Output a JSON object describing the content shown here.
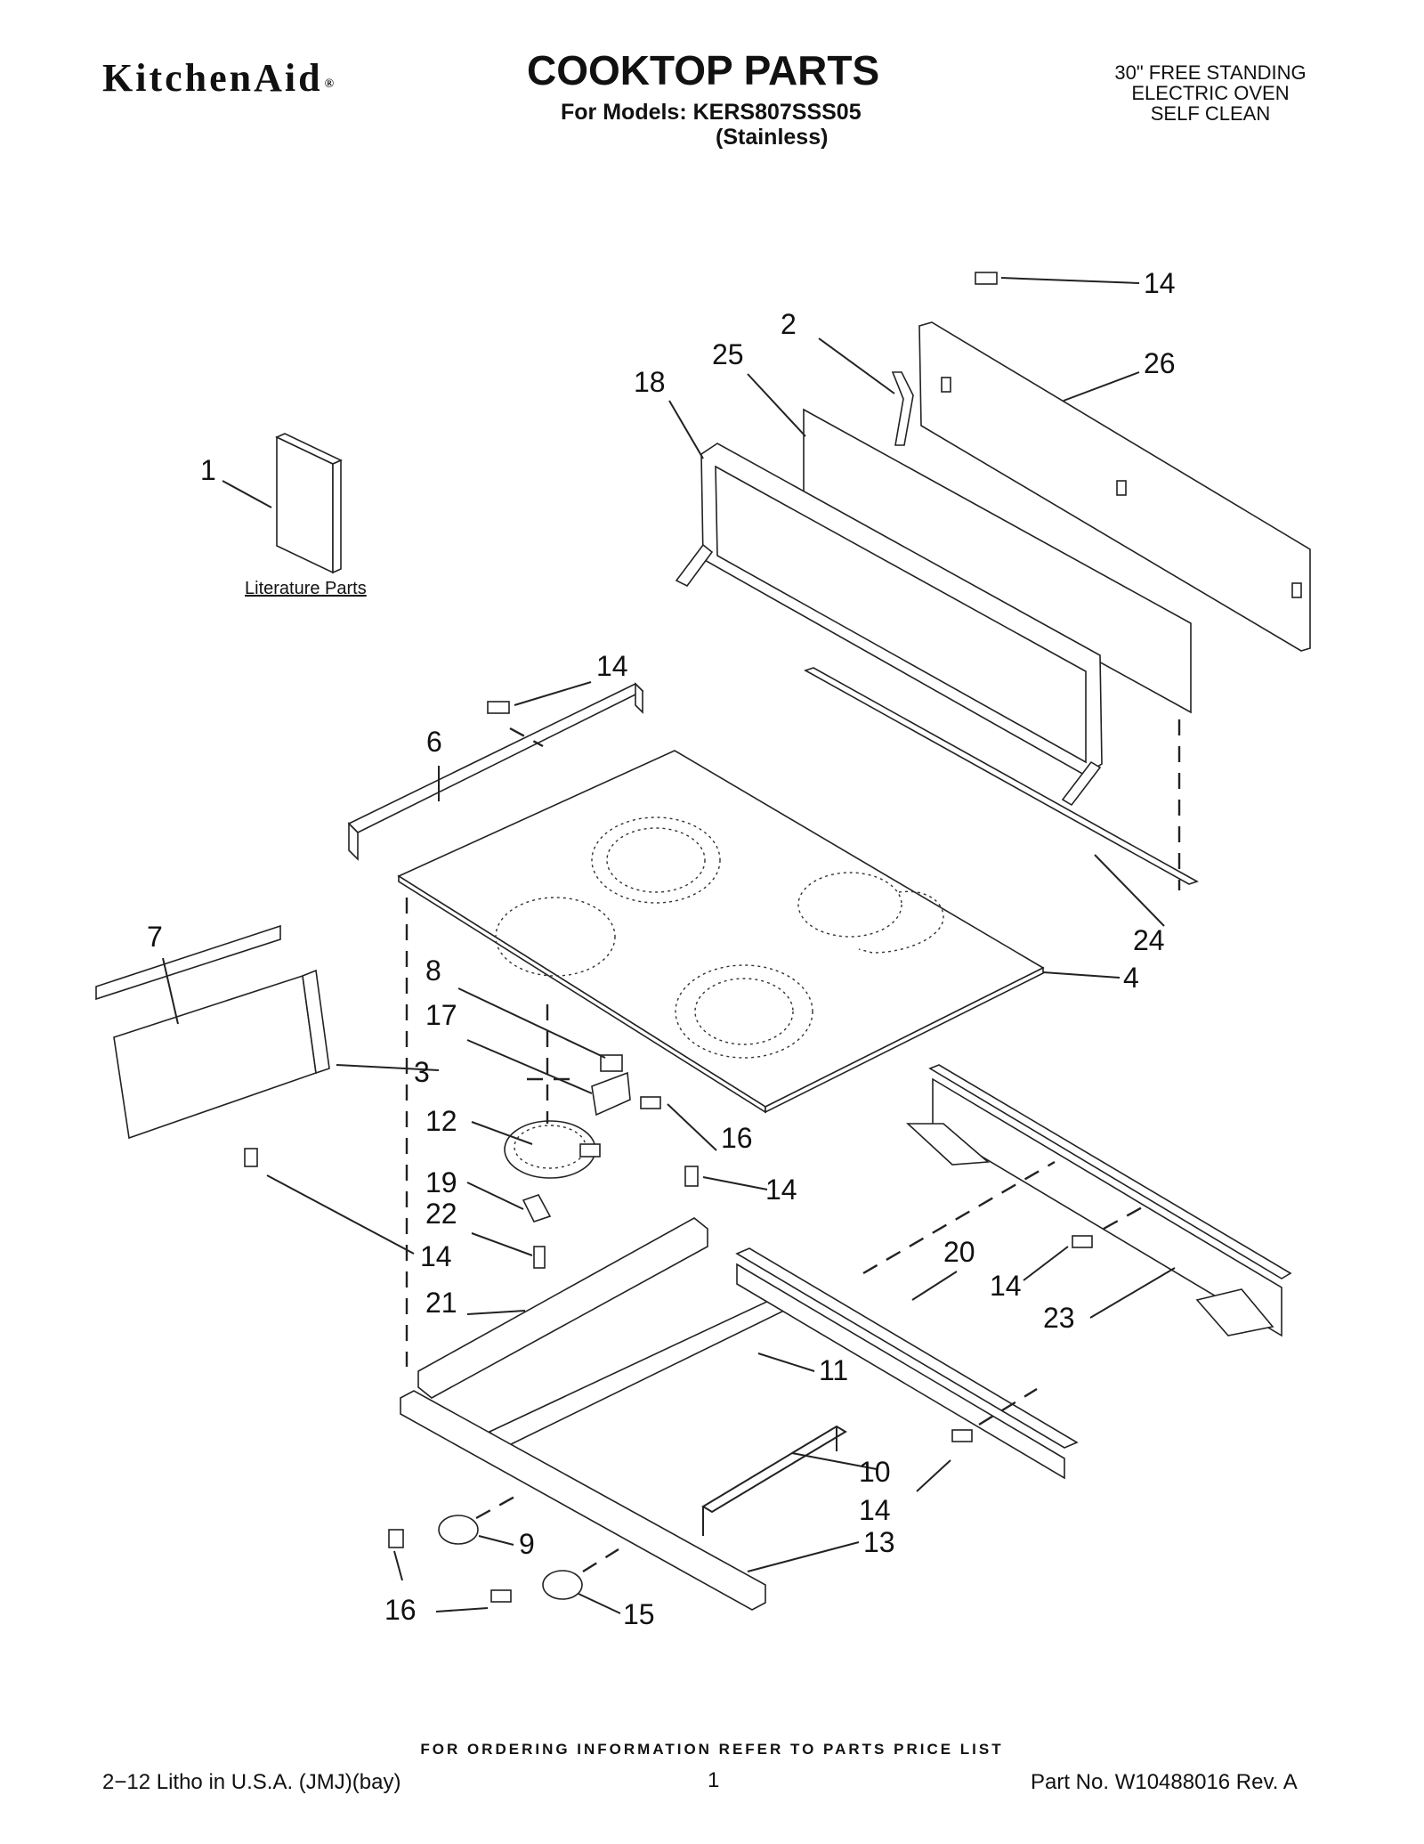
{
  "header": {
    "brand": "KitchenAid",
    "brand_mark": "®",
    "title": "COOKTOP PARTS",
    "models": "For Models: KERS807SSS05",
    "variant": "(Stainless)",
    "product_line1": "30\" FREE STANDING",
    "product_line2": "ELECTRIC OVEN",
    "product_line3": "SELF CLEAN"
  },
  "literature_label": "Literature Parts",
  "callouts": {
    "c1": "1",
    "c2": "2",
    "c3": "3",
    "c4": "4",
    "c6": "6",
    "c7": "7",
    "c8": "8",
    "c9": "9",
    "c10": "10",
    "c11": "11",
    "c12": "12",
    "c13": "13",
    "c14a": "14",
    "c14b": "14",
    "c14c": "14",
    "c14d": "14",
    "c14e": "14",
    "c14f": "14",
    "c15": "15",
    "c16a": "16",
    "c16b": "16",
    "c17": "17",
    "c18": "18",
    "c19": "19",
    "c20": "20",
    "c21": "21",
    "c22": "22",
    "c23": "23",
    "c24": "24",
    "c25": "25",
    "c26": "26"
  },
  "footer": {
    "ordering_note": "FOR ORDERING INFORMATION REFER TO PARTS PRICE LIST",
    "litho": "2−12 Litho in U.S.A. (JMJ)(bay)",
    "page_number": "1",
    "part_number": "Part No. W10488016 Rev. A"
  }
}
